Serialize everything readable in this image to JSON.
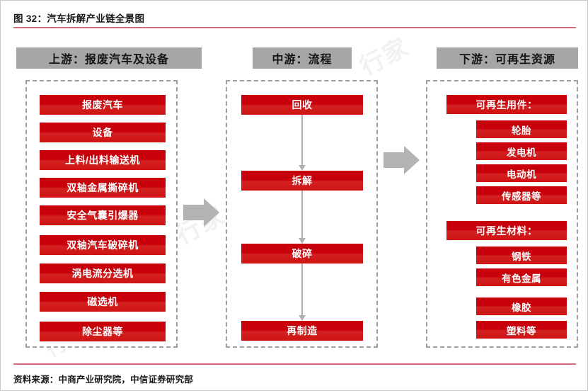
{
  "title": "图 32：汽车拆解产业链全景图",
  "footer": "资料来源：中商产业研究院，中信证券研究部",
  "colors": {
    "box_red": "#C7000B",
    "header_gray": "#A6A6A6",
    "arrow_gray": "#B3B3B3",
    "rule_red": "#D46A7A",
    "dashed_border": "#9E9E9E"
  },
  "watermarks": [
    "行家",
    "行家",
    "行家",
    "行家",
    "行家"
  ],
  "columns": {
    "upstream": {
      "header": "上游：报废汽车及设备",
      "items": [
        "报废汽车",
        "设备",
        "上料/出料输送机",
        "双轴金属撕碎机",
        "安全气囊引爆器",
        "双轴汽车破碎机",
        "涡电流分选机",
        "磁选机",
        "除尘器等"
      ]
    },
    "midstream": {
      "header": "中游：流程",
      "items": [
        "回收",
        "拆解",
        "破碎",
        "再制造"
      ]
    },
    "downstream": {
      "header": "下游：可再生资源",
      "groups": [
        {
          "header": "可再生用件：",
          "items": [
            "轮胎",
            "发电机",
            "电动机",
            "传感器等"
          ]
        },
        {
          "header": "可再生材料：",
          "items": [
            "钢铁",
            "有色金属",
            "橡胶",
            "塑料等"
          ]
        }
      ]
    }
  }
}
